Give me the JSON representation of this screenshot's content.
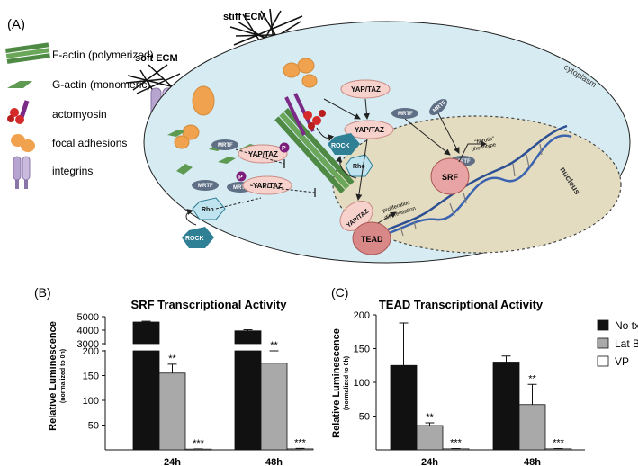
{
  "panel_a": {
    "label": "(A)",
    "legend": [
      {
        "icon": "f-actin-icon",
        "text": "F-actin (polymerized)"
      },
      {
        "icon": "g-actin-icon",
        "text": "G-actin (monomeric)"
      },
      {
        "icon": "actomyosin-icon",
        "text": "actomyosin"
      },
      {
        "icon": "focal-adhesion-icon",
        "text": "focal adhesions"
      },
      {
        "icon": "integrin-icon",
        "text": "integrins"
      }
    ],
    "soft_ecm": "soft ECM",
    "stiff_ecm": "stiff ECM",
    "cytoplasm": "cytoplasm",
    "nucleus": "nucleus",
    "yap_taz": "YAP/TAZ",
    "mrtf": "MRTF",
    "rock": "ROCK",
    "rho": "Rho",
    "phospho": "P",
    "tead": "TEAD",
    "srf": "SRF",
    "tead_outcome_1": "proliferation",
    "tead_outcome_2": "differentiation",
    "srf_outcome_1": "\"fibrotic\"",
    "srf_outcome_2": "phenotype",
    "colors": {
      "cytoplasm": "#d6ebf2",
      "nucleus": "#e4dcc0",
      "actin": "#5e9a52",
      "yap": "#f7d2cc",
      "mrtf": "#5f6f85",
      "rock": "#2f7f95",
      "rho": "#bfe3ef",
      "phospho": "#7d1d7a",
      "srf": "#e8a4a4",
      "tead": "#d98888",
      "dna": "#2c4f93",
      "adhesion": "#f1a24f",
      "integrin": "#b7a4cf"
    }
  },
  "chart_data": [
    {
      "panel": "(B)",
      "type": "bar",
      "title": "SRF Transcriptional Activity",
      "ylabel": "Relative Luminescence",
      "ylabel_sub": "(normalized to 0h)",
      "categories": [
        "24h",
        "48h"
      ],
      "y_axis": "broken",
      "lower_ticks": [
        "50",
        "100",
        "150",
        "200"
      ],
      "upper_ticks": [
        "3000",
        "4000",
        "5000"
      ],
      "series": [
        {
          "name": "No tx",
          "color": "#111111",
          "values": [
            4600,
            3950
          ],
          "errors": [
            60,
            80
          ],
          "sig": [
            "",
            ""
          ]
        },
        {
          "name": "Lat B",
          "color": "#a9a9a9",
          "values": [
            155,
            175
          ],
          "errors": [
            18,
            32
          ],
          "sig": [
            "**",
            "**"
          ]
        },
        {
          "name": "VP",
          "color": "#ffffff",
          "values": [
            1.5,
            2
          ],
          "errors": [
            0.5,
            1
          ],
          "sig": [
            "***",
            "***"
          ]
        }
      ]
    },
    {
      "panel": "(C)",
      "type": "bar",
      "title": "TEAD Transcriptional Activity",
      "ylabel": "Relative Luminescence",
      "ylabel_sub": "(normalized to 0h)",
      "categories": [
        "24h",
        "48h"
      ],
      "ylim": [
        0,
        200
      ],
      "ticks": [
        "0",
        "50",
        "100",
        "150",
        "200"
      ],
      "series": [
        {
          "name": "No tx",
          "color": "#111111",
          "values": [
            125,
            130
          ],
          "errors": [
            63,
            9
          ],
          "sig": [
            "",
            ""
          ]
        },
        {
          "name": "Lat B",
          "color": "#a9a9a9",
          "values": [
            36,
            67
          ],
          "errors": [
            4,
            30
          ],
          "sig": [
            "**",
            "**"
          ]
        },
        {
          "name": "VP",
          "color": "#ffffff",
          "values": [
            1.5,
            1.5
          ],
          "errors": [
            0.5,
            0.5
          ],
          "sig": [
            "***",
            "***"
          ]
        }
      ],
      "legend_position": "right"
    }
  ]
}
